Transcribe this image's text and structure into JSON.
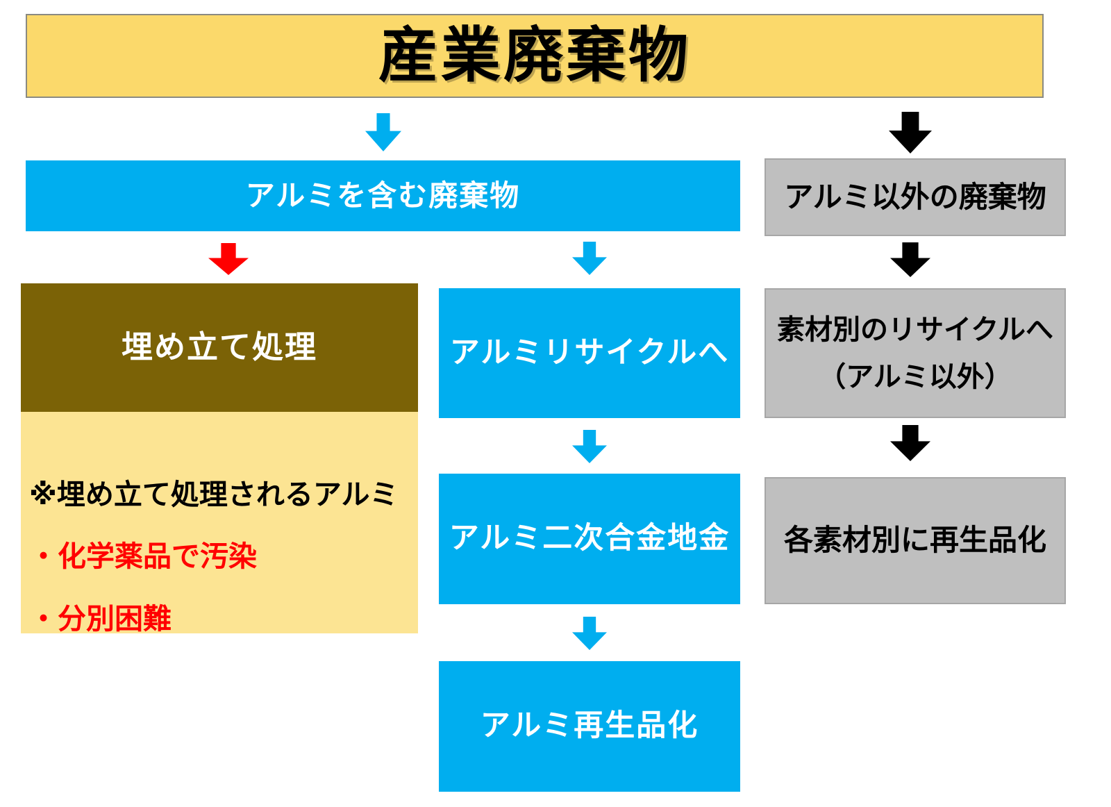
{
  "colors": {
    "banner_bg": "#FBD96B",
    "banner_border": "#8A8A82",
    "blue": "#00AEEF",
    "gray_bg": "#BFBFBF",
    "gray_border": "#A6A6A6",
    "brown": "#7B6206",
    "cream": "#FCE493",
    "red": "#FF0000",
    "black": "#000000",
    "white": "#FFFFFF"
  },
  "flowchart": {
    "title": "産業廃棄物",
    "left_branch": {
      "source": "アルミを含む廃棄物",
      "landfill": "埋め立て処理",
      "note_heading": "※埋め立て処理されるアルミ",
      "note_bullets": [
        "・化学薬品で汚染",
        "・分別困難"
      ],
      "recycle": "アルミリサイクルへ",
      "alloy": "アルミ二次合金地金",
      "product": "アルミ再生品化"
    },
    "right_branch": {
      "source": "アルミ以外の廃棄物",
      "recycle_line1": "素材別のリサイクルへ",
      "recycle_line2": "（アルミ以外）",
      "product": "各素材別に再生品化"
    }
  }
}
